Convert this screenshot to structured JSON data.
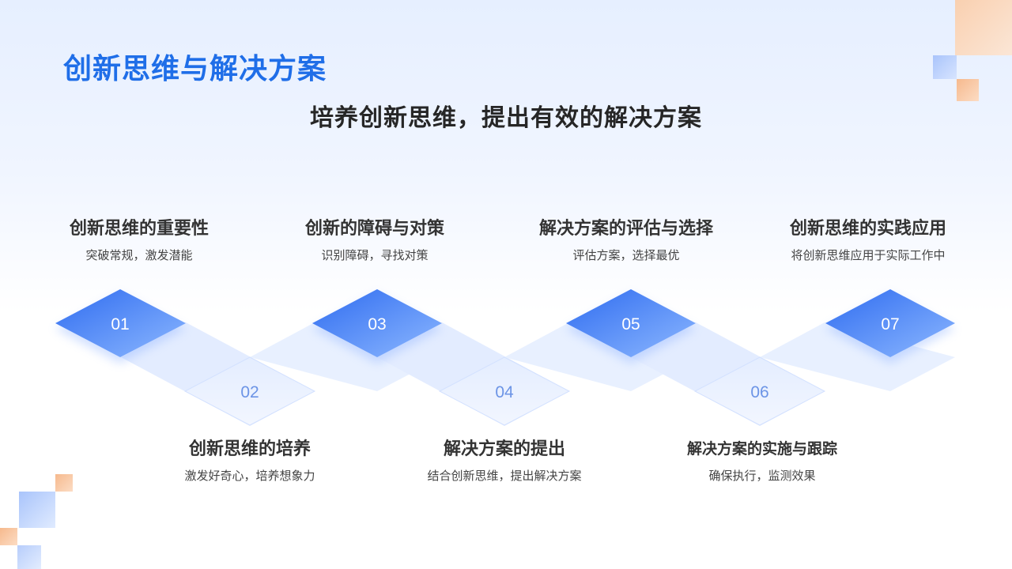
{
  "title": "创新思维与解决方案",
  "subtitle": "培养创新思维，提出有效的解决方案",
  "steps": [
    {
      "number": "01",
      "heading": "创新思维的重要性",
      "desc": "突破常规，激发潜能"
    },
    {
      "number": "02",
      "heading": "创新思维的培养",
      "desc": "激发好奇心，培养想象力"
    },
    {
      "number": "03",
      "heading": "创新的障碍与对策",
      "desc": "识别障碍，寻找对策"
    },
    {
      "number": "04",
      "heading": "解决方案的提出",
      "desc": "结合创新思维，提出解决方案"
    },
    {
      "number": "05",
      "heading": "解决方案的评估与选择",
      "desc": "评估方案，选择最优"
    },
    {
      "number": "06",
      "heading": "解决方案的实施与跟踪",
      "desc": "确保执行，监测效果"
    },
    {
      "number": "07",
      "heading": "创新思维的实践应用",
      "desc": "将创新思维应用于实际工作中"
    }
  ],
  "colors": {
    "accent": "#1f6ee8",
    "diamond_top_start": "#2f6cf0",
    "diamond_top_end": "#7fb0ff",
    "connector": "#dbe7ff",
    "deco_orange": "#f7c39a",
    "deco_blue": "#b7cdfb"
  }
}
